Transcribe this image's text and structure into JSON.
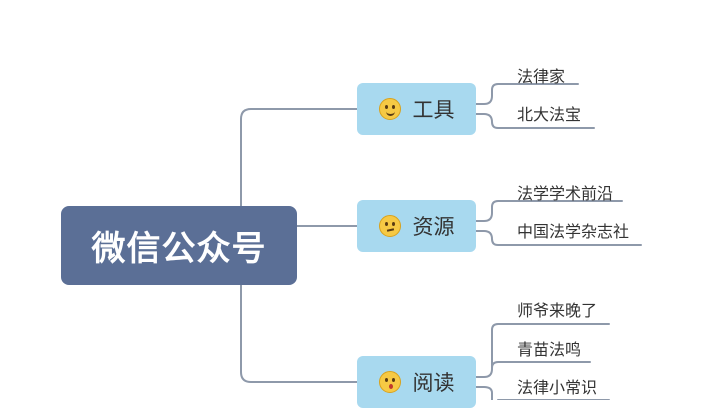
{
  "root": {
    "label": "微信公众号"
  },
  "branches": [
    {
      "label": "工具",
      "icon": "grinning-face-icon",
      "children": [
        "法律家",
        "北大法宝"
      ]
    },
    {
      "label": "资源",
      "icon": "confused-face-icon",
      "children": [
        "法学学术前沿",
        "中国法学杂志社"
      ]
    },
    {
      "label": "阅读",
      "icon": "kissing-face-icon",
      "children": [
        "师爷来晚了",
        "青苗法鸣",
        "法律小常识"
      ]
    }
  ],
  "colors": {
    "root_fill": "#5b6f96",
    "branch_fill": "#a8d9ef",
    "connector": "#8e99aa",
    "emoji_fill": "#f6c944"
  }
}
